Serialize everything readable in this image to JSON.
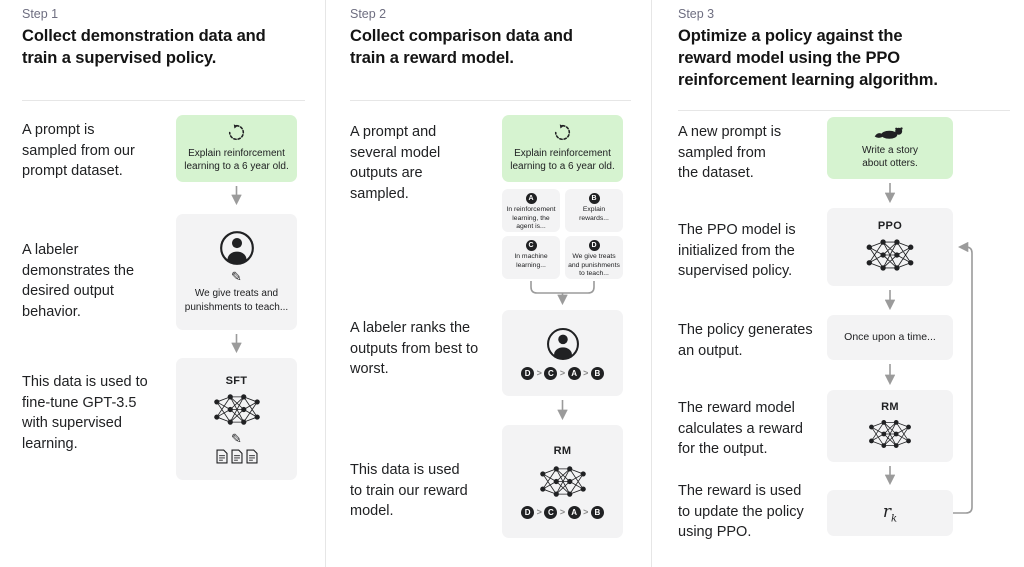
{
  "colors": {
    "green_box": "#d6f3d0",
    "gray_box": "#f3f3f4",
    "text": "#202123",
    "muted_step_label": "#6e6e80",
    "arrow": "#9b9b9b",
    "divider": "#e6e6e6"
  },
  "cols": [
    {
      "step": "Step 1",
      "title": "Collect demonstration data and train a supervised policy.",
      "rows": [
        {
          "text": "A prompt is sampled from our prompt dataset.",
          "box_label": "Explain reinforcement learning to a 6 year old."
        },
        {
          "text": "A labeler demonstrates the desired output behavior.",
          "box_label": "We give treats and punishments to teach..."
        },
        {
          "text": "This data is used to fine-tune GPT-3.5 with supervised learning.",
          "box_title": "SFT"
        }
      ]
    },
    {
      "step": "Step 2",
      "title": "Collect comparison data and train a reward model.",
      "rows": [
        {
          "text": "A prompt and several model outputs are sampled.",
          "box_label": "Explain reinforcement learning to a 6 year old.",
          "outputs": [
            {
              "id": "A",
              "text": "In reinforcement learning, the agent is..."
            },
            {
              "id": "B",
              "text": "Explain rewards..."
            },
            {
              "id": "C",
              "text": "In machine learning..."
            },
            {
              "id": "D",
              "text": "We give treats and punishments to teach..."
            }
          ]
        },
        {
          "text": "A labeler ranks the outputs from best to worst.",
          "ranking": [
            "D",
            "C",
            "A",
            "B"
          ],
          "sep": ">"
        },
        {
          "text": "This data is used to train our reward model.",
          "box_title": "RM",
          "ranking": [
            "D",
            "C",
            "A",
            "B"
          ],
          "sep": ">"
        }
      ]
    },
    {
      "step": "Step 3",
      "title": "Optimize a policy against the reward model using the PPO reinforcement learning algorithm.",
      "rows": [
        {
          "text": "A new prompt is sampled from the dataset.",
          "box_label": "Write a story about otters."
        },
        {
          "text": "The PPO model is initialized from the supervised policy.",
          "box_title": "PPO"
        },
        {
          "text": "The policy generates an output.",
          "box_label": "Once upon a time..."
        },
        {
          "text": "The reward model calculates a reward for the output.",
          "box_title": "RM"
        },
        {
          "text": "The reward is used to update the policy using PPO.",
          "reward_main": "r",
          "reward_sub": "k"
        }
      ]
    }
  ]
}
